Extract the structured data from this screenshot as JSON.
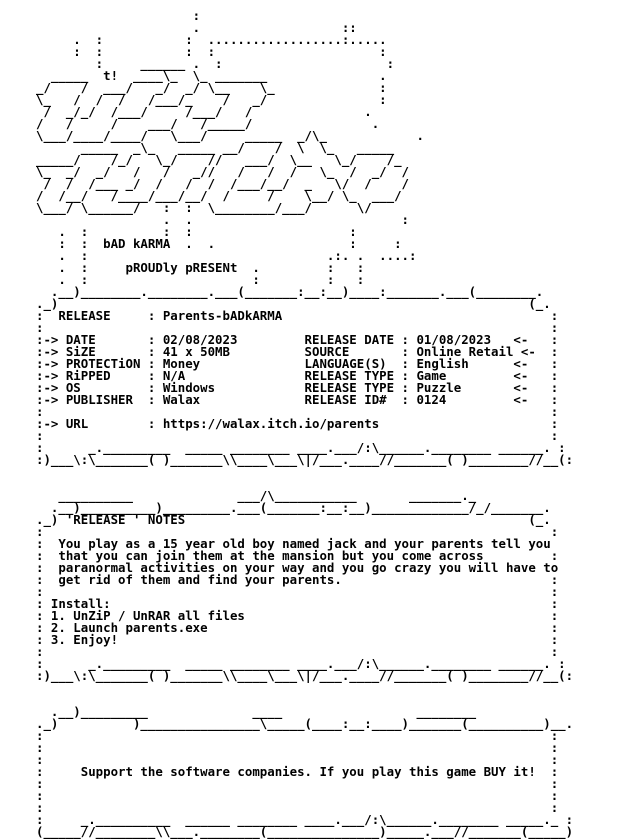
{
  "document": {
    "lines": [
      "                     :",
      "                     .                   ::",
      "     .  :           :  ..................:.....",
      "     :  :           :  :                      :",
      "        :     ______ .  :                      :",
      "  _____  t!  ____\\_  \\_ _______               .",
      "_/    /  ___/   _/  _/ \\__    \\_              :",
      "\\_   /  /  /   /___/_    /   _/               :",
      " /  _/_/  /___/     /___/   /               .",
      "/   /     /    ___/   /_____/                .",
      "\\___/____/____/   \\___/     _____  _/\\_            .",
      "      _____  _\\_   _____ __/    /  \\  \\_   _____",
      "_____/    /_/   \\_/    //   ___/  \\__   \\_/    /_",
      "\\_  _/  _/   /   /   _//   /   /  /   \\_  /  _/  /",
      " /  /  /___ _/  /   /  /  /___/__/  _   \\/  /    /",
      "/  /__/   /____/___/__/  /     /    \\__/ \\_  ___/",
      "\\___/ \\______/   :  :  \\________/___/      \\/",
      "                 .  .                            :",
      "   .  :          :  :                     :",
      "   :  :  bAD kARMA  .  .                  :     :",
      "   .  :                                .:. .  ....:",
      "   .  :     pROUDly pRESENt  .         :   :",
      "   .  :                      :         :   :",
      "  .__)________.________.___(_______:__:__)____:_______.___(________.",
      "._)                                                               (_.",
      ":  RELEASE     : Parents-bADkARMA                                    :",
      ":                                                                    :",
      ":-> DATE       : 02/08/2023         RELEASE DATE : 01/08/2023   <-   :",
      ":-> SiZE       : 41 x 50MB          SOURCE       : Online Retail <-  :",
      ":-> PROTECTiON : Money              LANGUAGE(S)  : English      <-   :",
      ":-> RiPPED     : N/A                RELEASE TYPE : Game         <-   :",
      ":-> OS         : Windows            RELEASE TYPE : Puzzle       <-   :",
      ":-> PUBLISHER  : Walax              RELEASE ID#  : 0124         <-   :",
      ":                                                                    :",
      ":-> URL        : https://walax.itch.io/parents                       :",
      ":                                                                    :",
      ":      _._________  _____ ________ ____.___/:\\______.________ ______. :",
      ":)___\\:\\_______( )_______\\\\____\\___\\|/___.____//_______( )________//__(:",
      "",
      "",
      "   __________              ___/\\___________       _______._",
      "  .__)__________)_________.___(_______:__:__)_____________/_/_______.",
      "._) 'RELEASE ' NOTES                                              (_.",
      ":                                                                    :",
      ":  You play as a 15 year old boy named jack and your parents tell you",
      ":  that you can join them at the mansion but you come across         :",
      ":  paranormal activities on your way and you go crazy you will have to",
      ":  get rid of them and find your parents.                            :",
      ":                                                                    :",
      ": Install:                                                           :",
      ": 1. UnZiP / UnRAR all files                                         :",
      ": 2. Launch parents.exe                                              :",
      ": 3. Enjoy!                                                          :",
      ":                                                                    :",
      ":      _._________  _____ ________ ____.___/:\\______.________ ______. :",
      ":)___\\:\\_______( )_______\\\\____\\___\\|/___.____//_______( )________//__(:",
      "",
      "",
      "  .__)_________              ____                  ________        ",
      "._)          )________________\\_____(____:__:____)_______(__________)__.",
      ":                                                                    :",
      ":                                                                    :",
      ":                                                                    :",
      ":     Support the software companies. If you play this game BUY it!  :",
      ":                                                                    :",
      ":                                                                    :",
      ":                                                                    :",
      ":     _.__________  ______ ________ ____.___/:\\______.________ _____._ :",
      "(_____//________\\\\___.________(_______________)_____.___//_______(_____)"
    ]
  }
}
